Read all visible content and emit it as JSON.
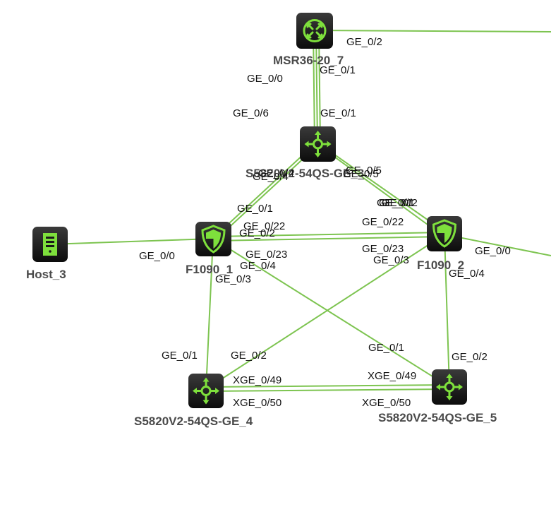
{
  "colors": {
    "link": "#7dc450",
    "icon_bg_top": "#3a3a3a",
    "icon_bg_bottom": "#0c0c0c",
    "icon_fg": "#7ee03c",
    "label": "#4a4a4a",
    "port": "#111111"
  },
  "devices": [
    {
      "id": "msr",
      "name": "MSR36-20_7",
      "kind": "router",
      "icon": "router-icon"
    },
    {
      "id": "s3",
      "name": "S5820V2-54QS-GE_3",
      "kind": "switch",
      "icon": "l3-switch-icon"
    },
    {
      "id": "f1",
      "name": "F1090_1",
      "kind": "firewall",
      "icon": "firewall-icon"
    },
    {
      "id": "f2",
      "name": "F1090_2",
      "kind": "firewall",
      "icon": "firewall-icon"
    },
    {
      "id": "host",
      "name": "Host_3",
      "kind": "host",
      "icon": "server-icon"
    },
    {
      "id": "s4",
      "name": "S5820V2-54QS-GE_4",
      "kind": "switch",
      "icon": "l3-switch-icon"
    },
    {
      "id": "s5",
      "name": "S5820V2-54QS-GE_5",
      "kind": "switch",
      "icon": "l3-switch-icon"
    }
  ],
  "ports": [
    "GE_0/2",
    "GE_0/1",
    "GE_0/0",
    "GE_0/6",
    "GE_0/1",
    "GE_0/4",
    "GE_0/4",
    "GE_0/5",
    "GE_0/5",
    "GE_0/1",
    "GE_0/1",
    "GE_0/2",
    "GE_0/1",
    "GE_0/22",
    "GE_0/2",
    "GE_0/0",
    "GE_0/23",
    "GE_0/4",
    "GE_0/3",
    "GE_0/22",
    "GE_0/23",
    "GE_0/3",
    "GE_0/0",
    "GE_0/4",
    "GE_0/1",
    "GE_0/2",
    "XGE_0/49",
    "XGE_0/50",
    "GE_0/1",
    "XGE_0/49",
    "XGE_0/50",
    "GE_0/2"
  ]
}
